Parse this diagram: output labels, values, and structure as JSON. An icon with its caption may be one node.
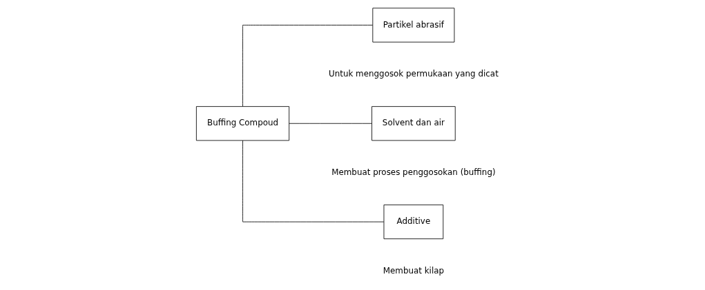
{
  "diagram": {
    "nodes": [
      {
        "text": [
          "Buffing Compoud"
        ]
      },
      {
        "text": [
          "Partikel abrasif"
        ],
        "beside": [
          "Untuk menggosok permukaan yang dicat"
        ]
      },
      {
        "text": [
          "Solvent dan air"
        ],
        "beside": [
          "Membuat proses penggosokan (buffing)"
        ]
      },
      {
        "text": [
          "Additive"
        ],
        "beside": [
          "Membuat kilap"
        ]
      }
    ],
    "edges": [
      {
        "from": 0,
        "to": 1,
        "arrow": "none"
      },
      {
        "from": 0,
        "to": 2,
        "arrow": "none"
      },
      {
        "from": 0,
        "to": 3,
        "arrow": "none"
      }
    ]
  }
}
